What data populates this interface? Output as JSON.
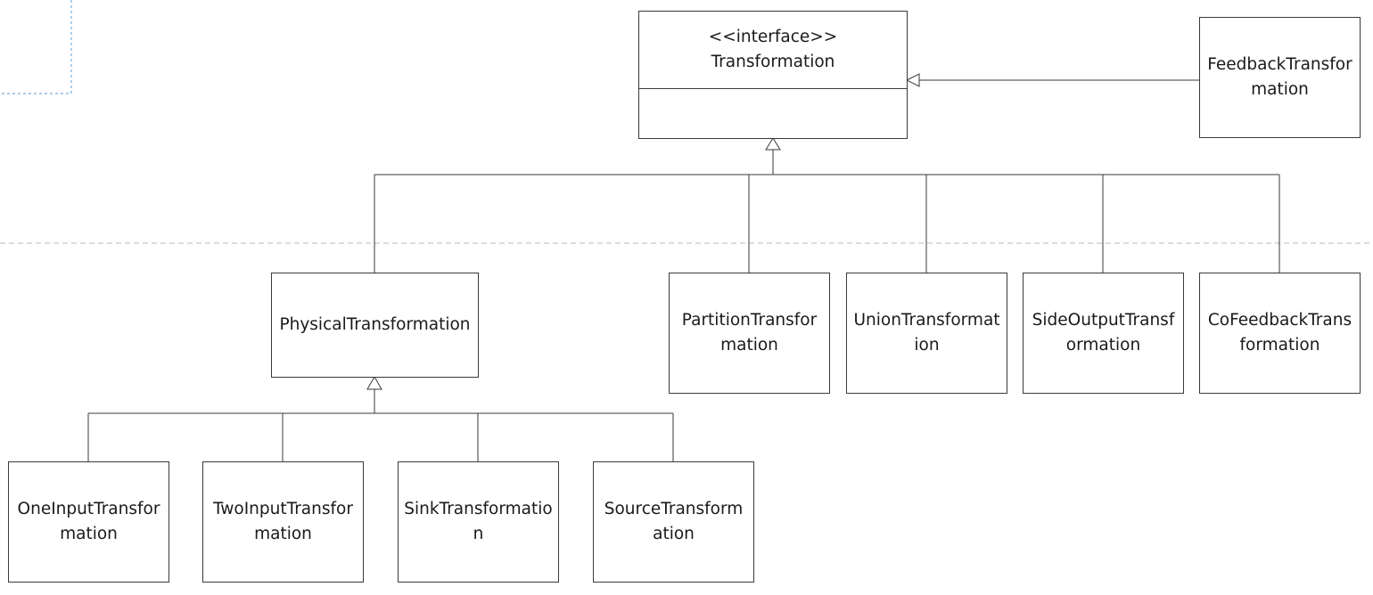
{
  "diagram": {
    "interface_box": {
      "stereotype": "<<interface>>",
      "name": "Transformation"
    },
    "classes": {
      "feedback": [
        "FeedbackTransfor",
        "mation"
      ],
      "physical": [
        "PhysicalTransformation"
      ],
      "partition": [
        "PartitionTransfor",
        "mation"
      ],
      "union": [
        "UnionTransformat",
        "ion"
      ],
      "side_output": [
        "SideOutputTransf",
        "ormation"
      ],
      "co_feedback": [
        "CoFeedbackTrans",
        "formation"
      ],
      "one_input": [
        "OneInputTransfor",
        "mation"
      ],
      "two_input": [
        "TwoInputTransfor",
        "mation"
      ],
      "sink": [
        "SinkTransformatio",
        "n"
      ],
      "source": [
        "SourceTransform",
        "ation"
      ]
    },
    "colors": {
      "line": "#3a3a3a",
      "dashed_guide": "#b8b8b8",
      "selection_corner": "#5b9bd5"
    }
  }
}
